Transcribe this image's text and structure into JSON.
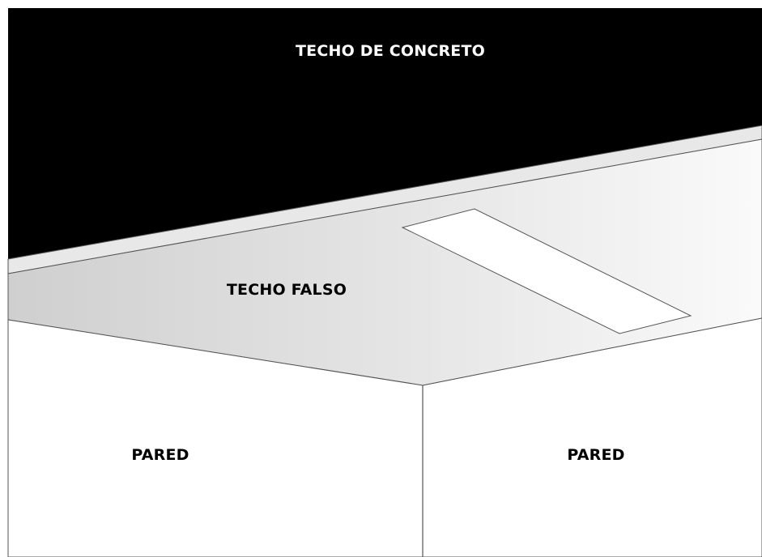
{
  "labels": {
    "concrete_ceiling": "TECHO DE CONCRETO",
    "false_ceiling": "TECHO FALSO",
    "wall_left": "PARED",
    "wall_right": "PARED"
  },
  "colors": {
    "concrete": "#000000",
    "false_ceiling_light": "#f8f8f8",
    "false_ceiling_dark": "#cfcfcf",
    "ceiling_edge": "#e6e6e6",
    "wall": "#ffffff",
    "light_panel": "#ffffff",
    "line": "#555555",
    "text_on_dark": "#ffffff",
    "text_on_light": "#000000"
  }
}
